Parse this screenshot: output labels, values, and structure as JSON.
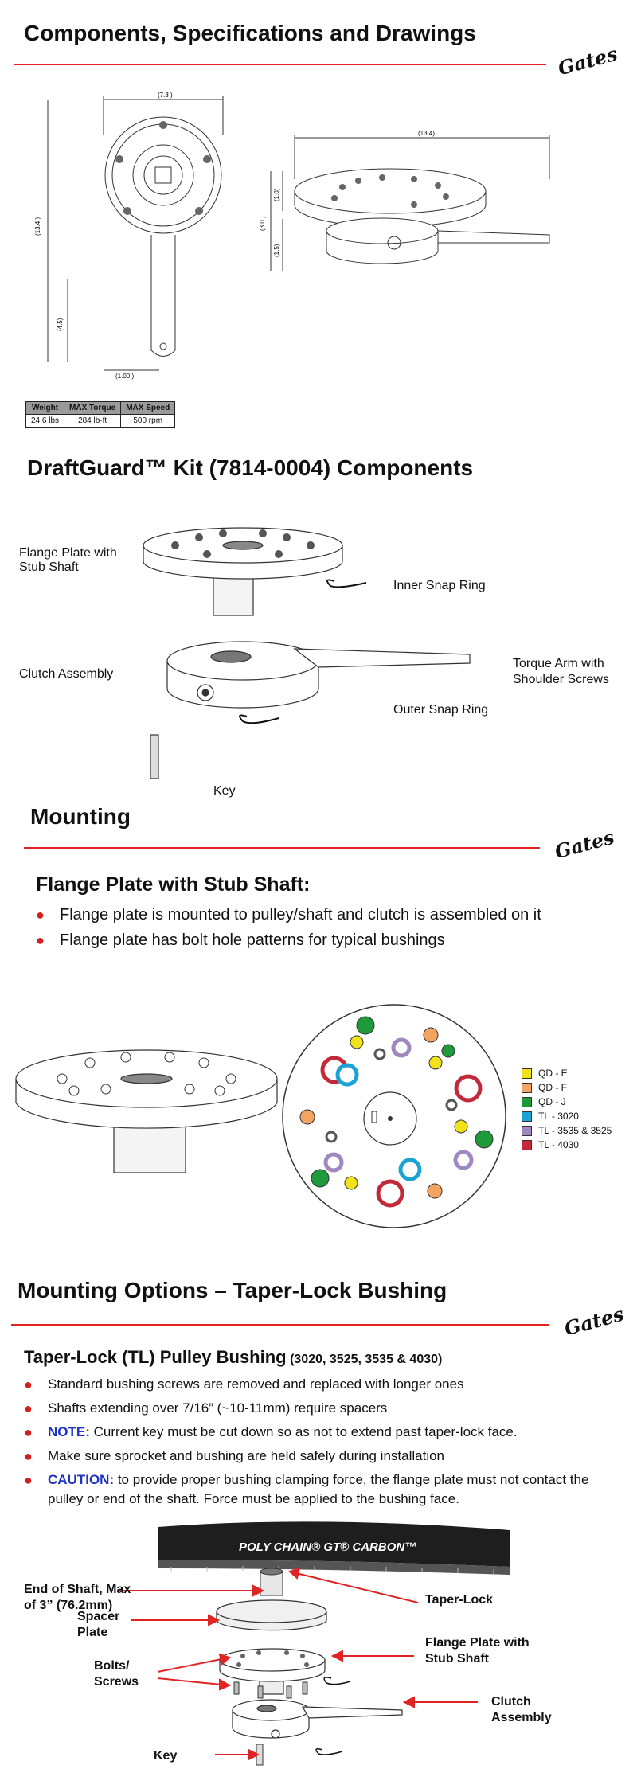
{
  "brand": {
    "logo_text": "Gates"
  },
  "section1": {
    "title": "Components, Specifications and Drawings",
    "dims": {
      "d1": "(7.3 )",
      "d2": "(13.4 )",
      "d3": "(4.5)",
      "d4": "(1.00 )",
      "d5": "(13.4)",
      "d6": "(3.0 )",
      "d7": "(1.0)",
      "d8": "(1.5)"
    },
    "spec_table": {
      "headers": [
        "Weight",
        "MAX Torque",
        "MAX Speed"
      ],
      "row": [
        "24.6 lbs",
        "284 lb-ft",
        "500 rpm"
      ]
    }
  },
  "section2": {
    "title": "DraftGuard™ Kit (7814-0004) Components",
    "labels": {
      "flange": "Flange Plate with\nStub Shaft",
      "inner_snap": "Inner Snap Ring",
      "clutch": "Clutch Assembly",
      "torque_arm": "Torque Arm with\nShoulder Screws",
      "outer_snap": "Outer Snap Ring",
      "key": "Key"
    }
  },
  "section3": {
    "title": "Mounting",
    "subtitle": "Flange Plate with Stub Shaft:",
    "bullets": [
      "Flange plate is mounted to pulley/shaft and clutch is assembled on it",
      "Flange plate has bolt hole patterns for typical bushings"
    ],
    "legend": [
      {
        "label": "QD - E",
        "color": "#f2e21c"
      },
      {
        "label": "QD - F",
        "color": "#f4a460"
      },
      {
        "label": "QD - J",
        "color": "#1f9a3a"
      },
      {
        "label": "TL - 3020",
        "color": "#1ca3d6"
      },
      {
        "label": "TL - 3535 & 3525",
        "color": "#9f88c0"
      },
      {
        "label": "TL - 4030",
        "color": "#c22a3a"
      }
    ]
  },
  "section4": {
    "title": "Mounting Options – Taper-Lock Bushing",
    "subtitle": "Taper-Lock (TL) Pulley Bushing",
    "subtitle_small": "(3020, 3525, 3535 & 4030)",
    "bullets": [
      {
        "lead": "",
        "text": "Standard bushing screws are removed and replaced with longer ones"
      },
      {
        "lead": "",
        "text": "Shafts extending over 7/16” (~10-11mm) require spacers"
      },
      {
        "lead": "NOTE:",
        "text": " Current key must be cut down so as not to extend past taper-lock face."
      },
      {
        "lead": "",
        "text": "Make sure sprocket and bushing are held safely during installation"
      },
      {
        "lead": "CAUTION:",
        "text": " to provide proper bushing clamping force, the flange plate must not contact the pulley or end of the shaft.  Force must be applied to the bushing face."
      }
    ],
    "belt_text": "POLY CHAIN® GT® CARBON™",
    "labels": {
      "end_shaft": "End of Shaft, Max\nof 3” (76.2mm)",
      "taper_lock": "Taper-Lock",
      "spacer": "Spacer\nPlate",
      "flange": "Flange Plate with\nStub Shaft",
      "bolts": "Bolts/\nScrews",
      "clutch": "Clutch\nAssembly",
      "key": "Key"
    }
  }
}
